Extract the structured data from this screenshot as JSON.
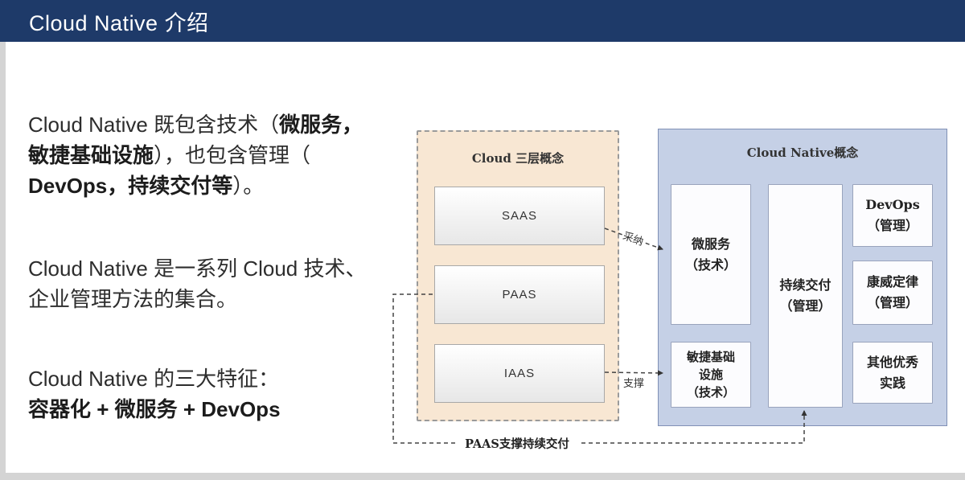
{
  "slide": {
    "title": "Cloud Native 介绍"
  },
  "colors": {
    "header_bg": "#1e3a69",
    "cloud_layers_panel_bg": "#f8e7d3",
    "cloud_native_panel_bg": "#c5d0e6"
  },
  "body_text": {
    "p1": {
      "line1_normal": "Cloud Native 既包含技术（",
      "line1_bold": "微服务，",
      "line2_bold": "敏捷基础设施",
      "line2_normal": "），也包含管理（",
      "line3_bold": "DevOps，持续交付等",
      "line3_normal": "）。"
    },
    "p2": {
      "line1": "Cloud Native 是一系列 Cloud 技术、",
      "line2": "企业管理方法的集合。"
    },
    "p3": {
      "lead": "Cloud Native 的三大特征：",
      "bold": "容器化 + 微服务 + DevOps"
    }
  },
  "diagram": {
    "left_panel": {
      "title": "Cloud 三层概念",
      "layers": [
        "SAAS",
        "PAAS",
        "IAAS"
      ]
    },
    "right_panel": {
      "title": "Cloud Native概念",
      "microservices": {
        "line1": "微服务",
        "line2": "（技术）"
      },
      "agile_infra": {
        "line1": "敏捷基础",
        "line2": "设施",
        "line3": "（技术）"
      },
      "continuous_delivery": {
        "line1": "持续交付",
        "line2": "（管理）"
      },
      "devops": {
        "line1": "DevOps",
        "line2": "（管理）"
      },
      "conway_law": {
        "line1": "康威定律",
        "line2": "（管理）"
      },
      "other_practices": {
        "line1": "其他优秀",
        "line2": "实践"
      }
    },
    "arrows": {
      "adopt": "采纳",
      "support": "支撑",
      "paas_support": "PAAS支撑持续交付"
    }
  }
}
